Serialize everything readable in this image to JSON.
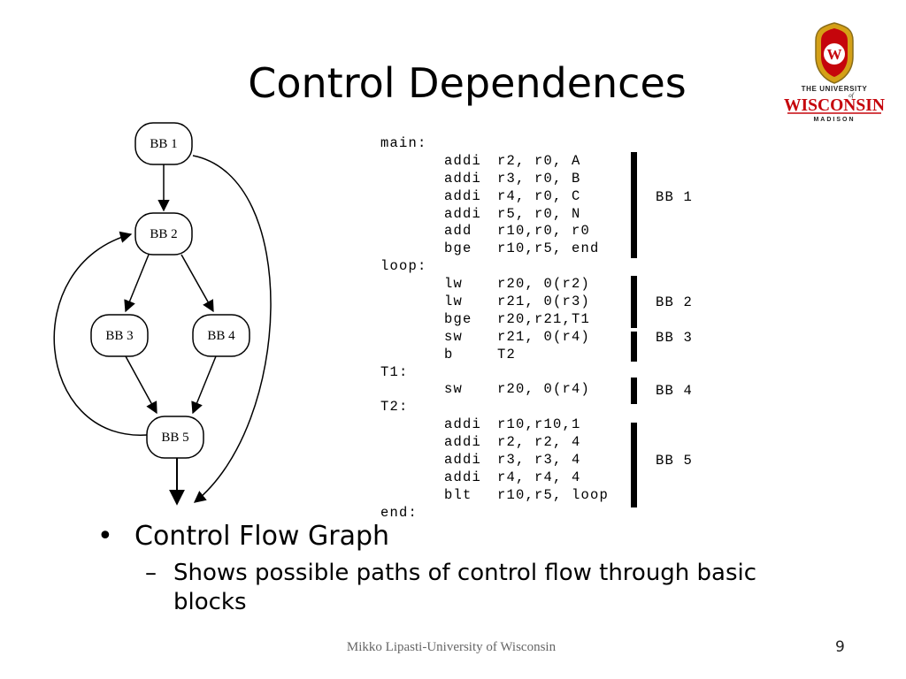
{
  "slide": {
    "title": "Control Dependences",
    "footer": "Mikko Lipasti-University of Wisconsin",
    "page_number": "9"
  },
  "logo": {
    "crest_letter": "W",
    "line1": "THE UNIVERSITY",
    "line2": "of",
    "line3": "WISCONSIN",
    "line4": "MADISON",
    "colors": {
      "red": "#c5050c",
      "gold": "#d4a017"
    }
  },
  "cfg": {
    "nodes": [
      {
        "id": "bb1",
        "label": "BB 1"
      },
      {
        "id": "bb2",
        "label": "BB 2"
      },
      {
        "id": "bb3",
        "label": "BB 3"
      },
      {
        "id": "bb4",
        "label": "BB 4"
      },
      {
        "id": "bb5",
        "label": "BB 5"
      }
    ]
  },
  "code": {
    "lines": [
      {
        "label": "main:"
      },
      {
        "op": "addi",
        "args": "r2, r0, A"
      },
      {
        "op": "addi",
        "args": "r3, r0, B"
      },
      {
        "op": "addi",
        "args": "r4, r0, C"
      },
      {
        "op": "addi",
        "args": "r5, r0, N"
      },
      {
        "op": "add",
        "args": "r10,r0, r0"
      },
      {
        "op": "bge",
        "args": "r10,r5, end"
      },
      {
        "label": "loop:"
      },
      {
        "op": "lw",
        "args": "r20, 0(r2)"
      },
      {
        "op": "lw",
        "args": "r21, 0(r3)"
      },
      {
        "op": "bge",
        "args": "r20,r21,T1"
      },
      {
        "op": "sw",
        "args": "r21, 0(r4)"
      },
      {
        "op": "b",
        "args": "T2"
      },
      {
        "label": "T1:"
      },
      {
        "op": "sw",
        "args": "r20, 0(r4)"
      },
      {
        "label": "T2:"
      },
      {
        "op": "addi",
        "args": "r10,r10,1"
      },
      {
        "op": "addi",
        "args": "r2, r2, 4"
      },
      {
        "op": "addi",
        "args": "r3, r3, 4"
      },
      {
        "op": "addi",
        "args": "r4, r4, 4"
      },
      {
        "op": "blt",
        "args": "r10,r5, loop"
      },
      {
        "label": "end:"
      }
    ],
    "block_labels": [
      "BB 1",
      "BB 2",
      "BB 3",
      "BB 4",
      "BB 5"
    ]
  },
  "bullets": {
    "level1": "Control Flow Graph",
    "level2": "Shows possible paths of control flow through basic blocks"
  }
}
